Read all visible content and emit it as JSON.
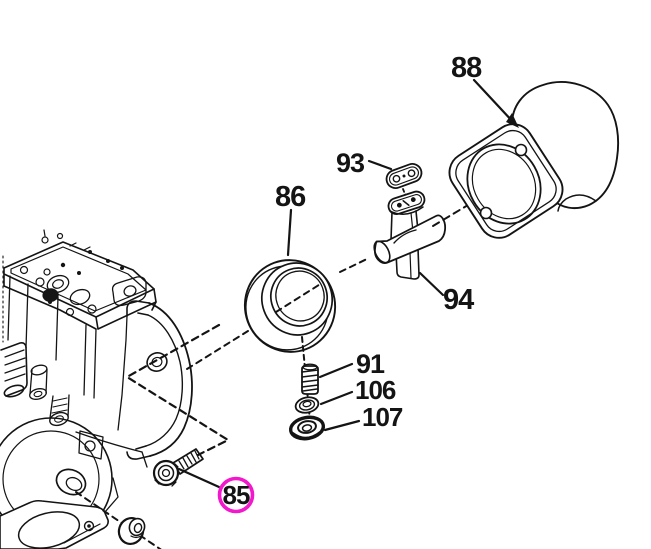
{
  "diagram": {
    "kind": "exploded-parts-diagram",
    "background_color": "#ffffff",
    "line_color": "#141414",
    "highlight_color": "#f318cc",
    "selected_part": "85",
    "parts": [
      {
        "id": "85",
        "label": "85",
        "shape": "flanged hex bolt",
        "highlighted": true
      },
      {
        "id": "86",
        "label": "86",
        "shape": "ring spacer",
        "highlighted": false
      },
      {
        "id": "88",
        "label": "88",
        "shape": "air horn with flange",
        "highlighted": false
      },
      {
        "id": "91",
        "label": "91",
        "shape": "spring",
        "highlighted": false
      },
      {
        "id": "93",
        "label": "93",
        "shape": "small gasket",
        "highlighted": false
      },
      {
        "id": "94",
        "label": "94",
        "shape": "tee fitting",
        "highlighted": false
      },
      {
        "id": "106",
        "label": "106",
        "shape": "washer",
        "highlighted": false
      },
      {
        "id": "107",
        "label": "107",
        "shape": "grommet washer",
        "highlighted": false
      }
    ]
  }
}
